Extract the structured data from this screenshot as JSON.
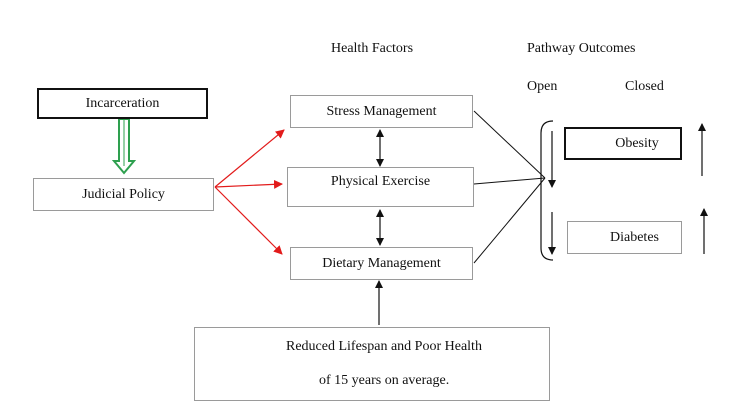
{
  "headers": {
    "health_factors": "Health Factors",
    "pathway_outcomes": "Pathway Outcomes",
    "open": "Open",
    "closed": "Closed"
  },
  "nodes": {
    "incarceration": "Incarceration",
    "judicial_policy": "Judicial Policy",
    "stress_management": "Stress Management",
    "physical_exercise": "Physical Exercise",
    "dietary_management": "Dietary Management",
    "obesity": "Obesity",
    "diabetes": "Diabetes",
    "lifespan_line1": "Reduced Lifespan and Poor Health",
    "lifespan_line2": "of 15 years on average."
  },
  "colors": {
    "incarceration_arrow": "#2ea04f",
    "policy_arrows": "#e21b1b",
    "lines": "#111111",
    "grey_border": "#9a9a9a"
  }
}
